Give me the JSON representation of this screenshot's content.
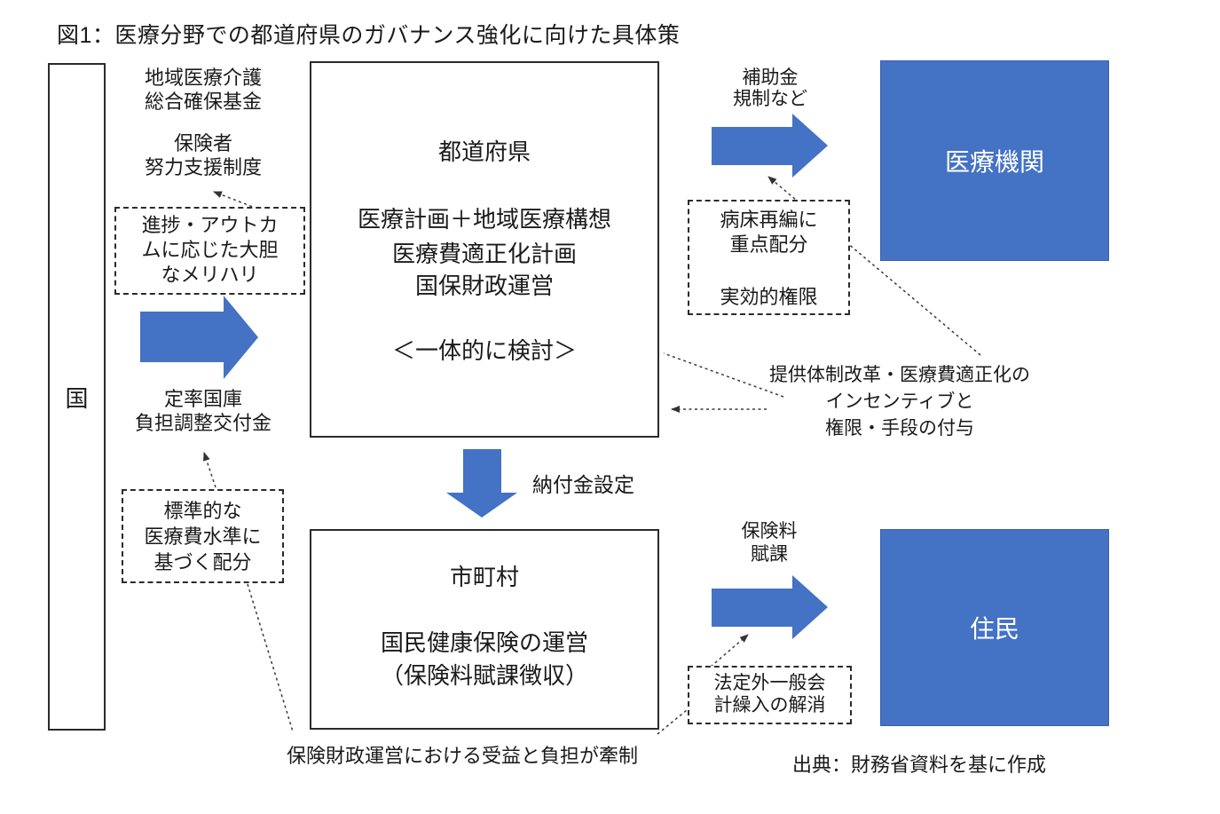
{
  "title": "図1：医療分野での都道府県のガバナンス強化に向けた具体策",
  "nation": {
    "label": "国"
  },
  "labels": {
    "fund": {
      "l1": "地域医療介護",
      "l2": "総合確保基金"
    },
    "insurer": {
      "l1": "保険者",
      "l2": "努力支援制度"
    },
    "progress": {
      "l1": "進捗・アウトカ",
      "l2": "ムに応じた大胆",
      "l3": "なメリハリ"
    },
    "treasury": {
      "l1": "定率国庫",
      "l2": "負担調整交付金"
    },
    "standard": {
      "l1": "標準的な",
      "l2": "医療費水準に",
      "l3": "基づく配分"
    },
    "subsidy": {
      "l1": "補助金",
      "l2": "規制など"
    },
    "beds": {
      "l1": "病床再編に",
      "l2": "重点配分",
      "l3": "実効的権限"
    },
    "incentive": {
      "l1": "提供体制改革・医療費適正化の",
      "l2": "インセンティブと",
      "l3": "権限・手段の付与"
    },
    "premium": {
      "l1": "保険料",
      "l2": "賦課"
    },
    "transfer": {
      "l1": "法定外一般会",
      "l2": "計繰入の解消"
    },
    "payment": "納付金設定"
  },
  "prefecture": {
    "title": "都道府県",
    "l1": "医療計画＋地域医療構想",
    "l2": "医療費適正化計画",
    "l3": "国保財政運営",
    "note": "＜一体的に検討＞"
  },
  "municipality": {
    "title": "市町村",
    "l1": "国民健康保険の運営",
    "l2": "（保険料賦課徴収）"
  },
  "targets": {
    "medical": "医療機関",
    "resident": "住民"
  },
  "bottom_note": "保険財政運営における受益と負担が牽制",
  "source": "出典：財務省資料を基に作成",
  "colors": {
    "accent_blue": "#4472C4",
    "line": "#3a3a3a",
    "border": "#2b2b2b"
  }
}
